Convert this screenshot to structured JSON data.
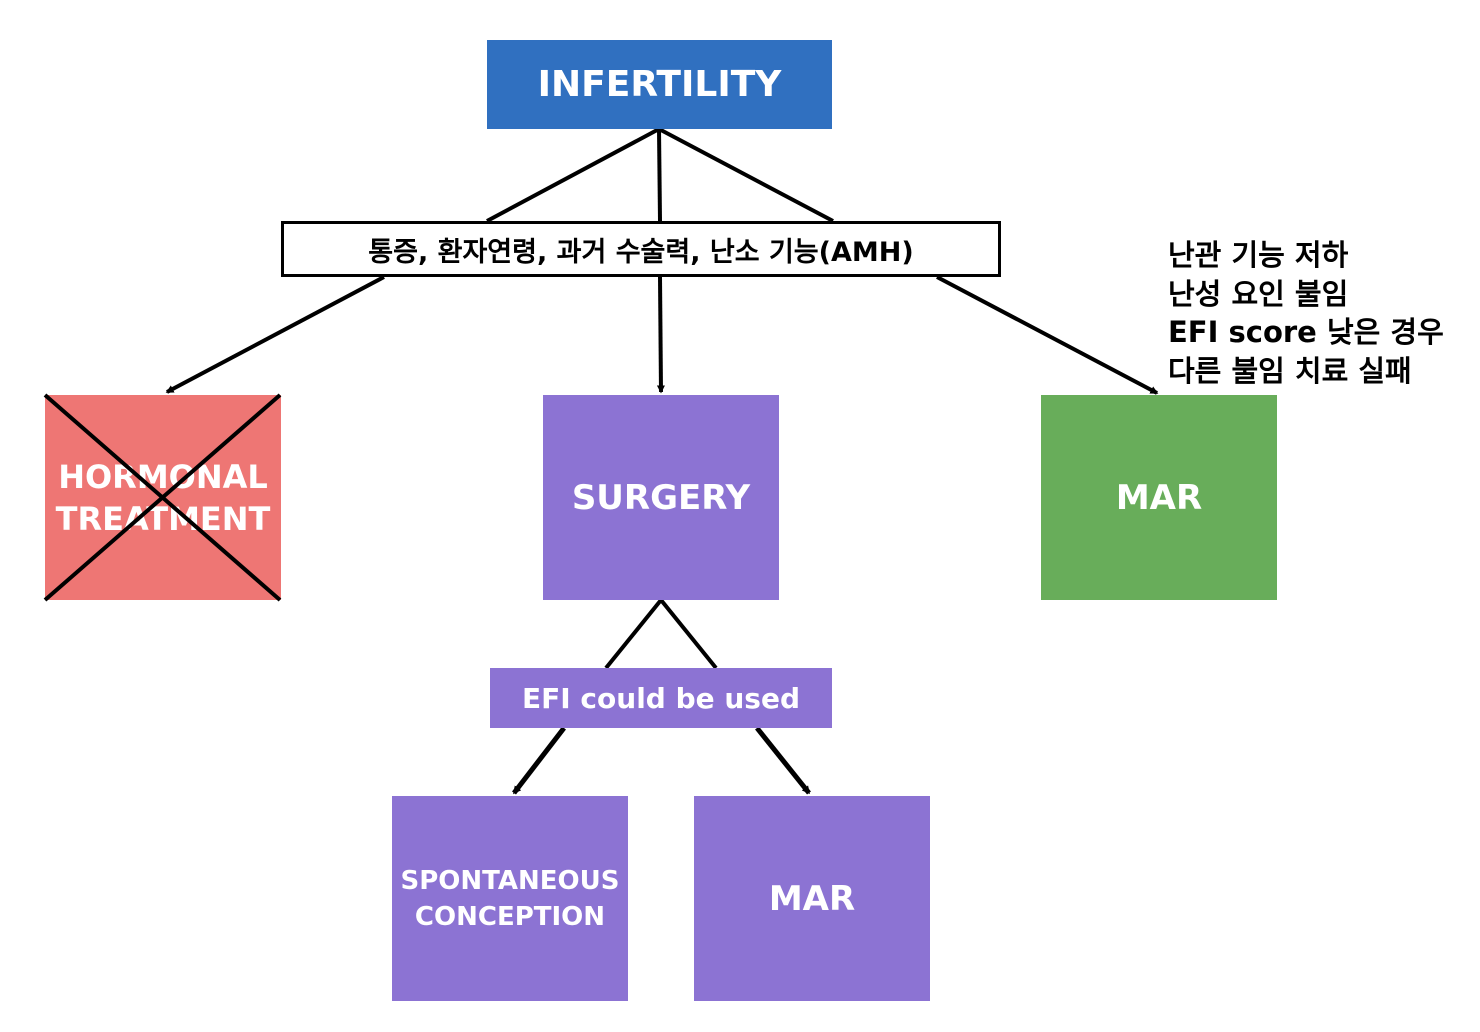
{
  "nodes": {
    "infertility": "INFERTILITY",
    "hormonal": [
      "HORMONAL",
      "TREATMENT"
    ],
    "surgery": "SURGERY",
    "mar_right": "MAR",
    "spontaneous": [
      "SPONTANEOUS",
      "CONCEPTION"
    ],
    "mar_bottom": "MAR"
  },
  "criteria_label": "통증, 환자연령, 과거 수술력, 난소 기능(AMH)",
  "efi_label": "EFI could be used",
  "mar_notes": [
    "난관 기능 저하",
    "난성 요인 불임",
    "EFI score 낮은 경우",
    "다른 불임 치료 실패"
  ],
  "colors": {
    "infertility": "#3070c0",
    "hormonal": "#ee7674",
    "surgery": "#8c73d3",
    "mar_right": "#68ad5a",
    "efi": "#8c73d3",
    "spontaneous": "#8c73d3",
    "mar_bottom": "#8c73d3",
    "edge": "#000000"
  },
  "hormonal_crossed_out": true
}
